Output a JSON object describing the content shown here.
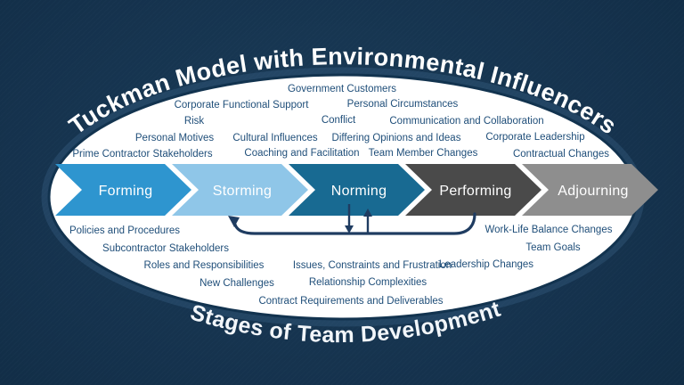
{
  "title": "Tuckman Model with Environmental Influencers",
  "subtitle": "Stages of Team Development",
  "stages": [
    {
      "label": "Forming",
      "color": "#2E95CF"
    },
    {
      "label": "Storming",
      "color": "#8FC6E8"
    },
    {
      "label": "Norming",
      "color": "#186A92"
    },
    {
      "label": "Performing",
      "color": "#4A4A4A"
    },
    {
      "label": "Adjourning",
      "color": "#8E8E8E"
    }
  ],
  "influencers_top": [
    "Government Customers",
    "Corporate Functional Support",
    "Personal Circumstances",
    "Risk",
    "Conflict",
    "Communication and Collaboration",
    "Personal Motives",
    "Cultural Influences",
    "Differing Opinions and Ideas",
    "Corporate Leadership",
    "Prime Contractor Stakeholders",
    "Coaching and Facilitation",
    "Team Member Changes",
    "Contractual Changes"
  ],
  "influencers_bottom": [
    "Policies and Procedures",
    "Work-Life Balance Changes",
    "Subcontractor Stakeholders",
    "Team Goals",
    "Roles and Responsibilities",
    "Issues, Constraints and Frustration",
    "Leadership Changes",
    "New Challenges",
    "Relationship Complexities",
    "Contract Requirements and Deliverables"
  ],
  "colors": {
    "background": "#132F49",
    "ellipse_fill": "#FFFFFF",
    "label_text": "#1F4E79",
    "arrow": "#1F3C61",
    "title_text": "#FFFFFF"
  }
}
